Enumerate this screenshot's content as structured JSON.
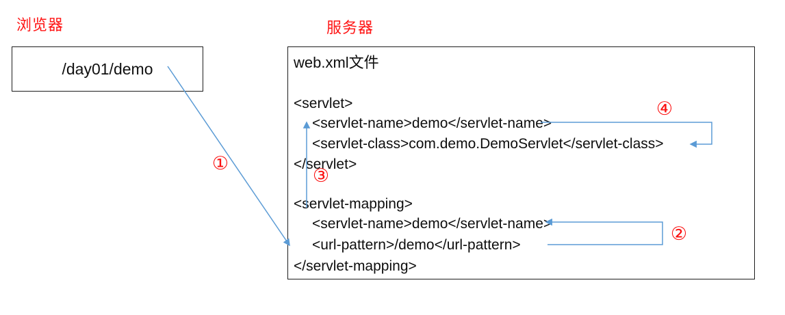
{
  "browser": {
    "label": "浏览器",
    "request_url": "/day01/demo"
  },
  "server": {
    "label": "服务器",
    "file_title": "web.xml文件",
    "xml_lines": [
      "<servlet>",
      "<servlet-name>demo</servlet-name>",
      "<servlet-class>com.demo.DemoServlet</servlet-class>",
      "</servlet>",
      "<servlet-mapping>",
      "<servlet-name>demo</servlet-name>",
      "<url-pattern>/demo</url-pattern>",
      "</servlet-mapping>"
    ]
  },
  "steps": [
    {
      "marker": "①"
    },
    {
      "marker": "②"
    },
    {
      "marker": "③"
    },
    {
      "marker": "④"
    }
  ],
  "colors": {
    "arrow_blue": "#5B9BD5",
    "label_red": "#FF1414",
    "box_border": "#1C1C1C"
  }
}
